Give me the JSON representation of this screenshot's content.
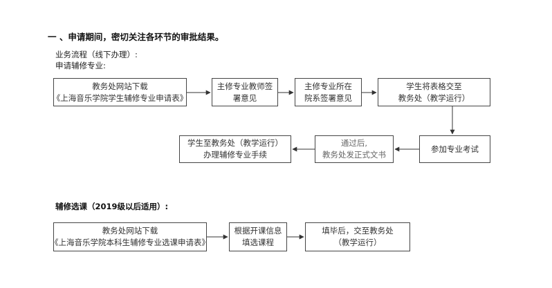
{
  "section_title": "一 、申请期间，密切关注各环节的审批结果。",
  "process_label": "业务流程（线下办理）:",
  "apply_label": "申请辅修专业:",
  "apply_flow": {
    "download": {
      "line1": "教务处网站下载",
      "line2": "《上海音乐学院学生辅修专业申请表》"
    },
    "teacher_sign": {
      "line1": "主修专业教师签",
      "line2": "署意见"
    },
    "dept_sign": {
      "line1": "主修专业所在",
      "line2": "院系签署意见"
    },
    "submit": {
      "line1": "学生将表格交至",
      "line2": "教务处（教学运行）"
    },
    "exam": {
      "line1": "参加专业考试"
    },
    "approved": {
      "line1": "通过后,",
      "line2": "教务处发正式文书"
    },
    "finalize": {
      "line1": "学生至教务处（教学运行）",
      "line2": "办理辅修专业手续"
    }
  },
  "course_label": "辅修选课（2019级以后适用）:",
  "course_flow": {
    "download": {
      "line1": "教务处网站下载",
      "line2": "《上海音乐学院本科生辅修专业选课申请表》"
    },
    "select": {
      "line1": "根据开课信息",
      "line2": "填选课程"
    },
    "submit": {
      "line1": "填毕后，交至教务处",
      "line2": "（教学运行）"
    }
  }
}
